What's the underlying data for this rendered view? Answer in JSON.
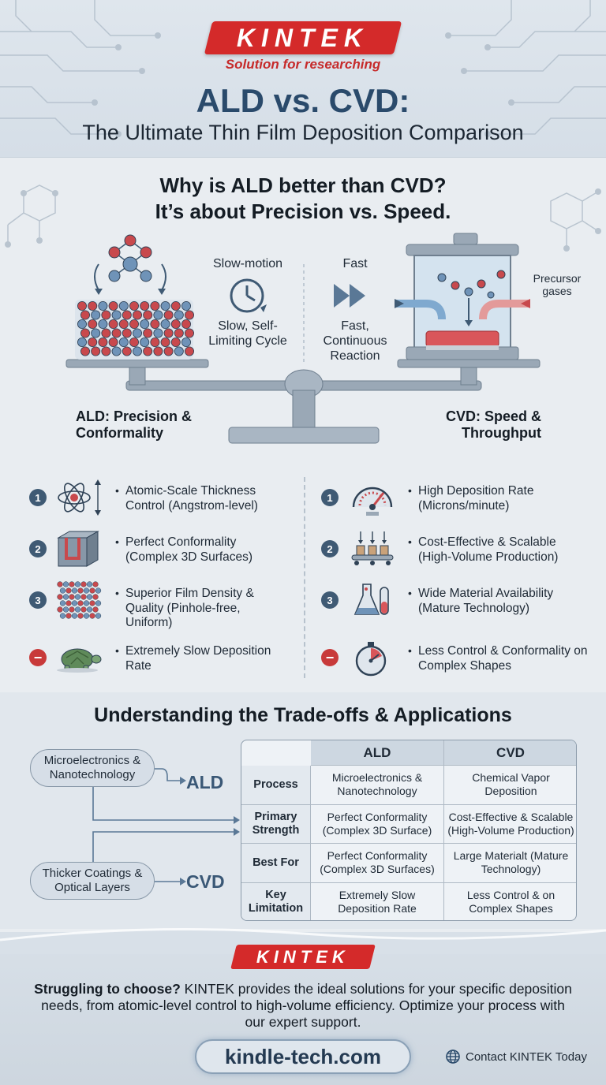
{
  "header": {
    "logo": "KINTEK",
    "tagline": "Solution for researching",
    "title": "ALD vs. CVD:",
    "subtitle": "The Ultimate Thin Film Deposition Comparison"
  },
  "balance": {
    "question_line1": "Why is ALD better than CVD?",
    "question_line2": "It’s about Precision vs. Speed.",
    "ald_mode": "Slow-motion",
    "ald_cycle": "Slow, Self-Limiting Cycle",
    "cvd_mode": "Fast",
    "cvd_cycle": "Fast, Continuous Reaction",
    "precursor": "Precursor gases",
    "ald_label": "ALD: Precision & Conformality",
    "cvd_label": "CVD: Speed & Throughput"
  },
  "ald_points": [
    {
      "marker": "1",
      "text": "Atomic-Scale Thickness Control (Angstrom-level)",
      "icon": "atom-icon"
    },
    {
      "marker": "2",
      "text": "Perfect Conformality (Complex 3D Surfaces)",
      "icon": "trench-icon"
    },
    {
      "marker": "3",
      "text": "Superior Film Density & Quality (Pinhole-free, Uniform)",
      "icon": "lattice-icon"
    },
    {
      "marker": "−",
      "text": "Extremely Slow Deposition Rate",
      "icon": "turtle-icon"
    }
  ],
  "cvd_points": [
    {
      "marker": "1",
      "text": "High Deposition Rate (Microns/minute)",
      "icon": "speedometer-icon"
    },
    {
      "marker": "2",
      "text": "Cost-Effective & Scalable (High-Volume Production)",
      "icon": "conveyor-icon"
    },
    {
      "marker": "3",
      "text": "Wide Material Availability (Mature Technology)",
      "icon": "flask-icon"
    },
    {
      "marker": "−",
      "text": "Less Control & Conformality on Complex Shapes",
      "icon": "stopwatch-icon"
    }
  ],
  "tradeoffs": {
    "title": "Understanding the Trade-offs & Applications",
    "pill_ald": "Microelectronics & Nanotechnology",
    "pill_cvd": "Thicker Coatings & Optical Layers",
    "flow_ald": "ALD",
    "flow_cvd": "CVD",
    "table": {
      "columns": [
        "ALD",
        "CVD"
      ],
      "rows": [
        {
          "label": "Process",
          "ald": "Microelectronics & Nanotechnology",
          "cvd": "Chemical Vapor Deposition"
        },
        {
          "label": "Primary Strength",
          "ald": "Perfect Conformality (Complex 3D Surface)",
          "cvd": "Cost-Effective & Scalable (High-Volume Production)"
        },
        {
          "label": "Best For",
          "ald": "Perfect Conformality (Complex 3D Surfaces)",
          "cvd": "Large Materialt (Mature Technology)"
        },
        {
          "label": "Key Limitation",
          "ald": "Extremely Slow Deposition Rate",
          "cvd": "Less Control & on Complex Shapes"
        }
      ]
    }
  },
  "footer": {
    "logo": "KINTEK",
    "lead": "Struggling to choose?",
    "body": "KINTEK provides the ideal solutions for your specific deposition needs, from atomic-level control to high-volume efficiency. Optimize your process with our expert support.",
    "url": "kindle-tech.com",
    "contact": "Contact KINTEK Today"
  },
  "colors": {
    "brand_red": "#d42a2a",
    "title_blue": "#2a4a6b",
    "atom_red": "#c8494d",
    "atom_blue": "#6f93b8",
    "metal": "#9aa8b6"
  }
}
